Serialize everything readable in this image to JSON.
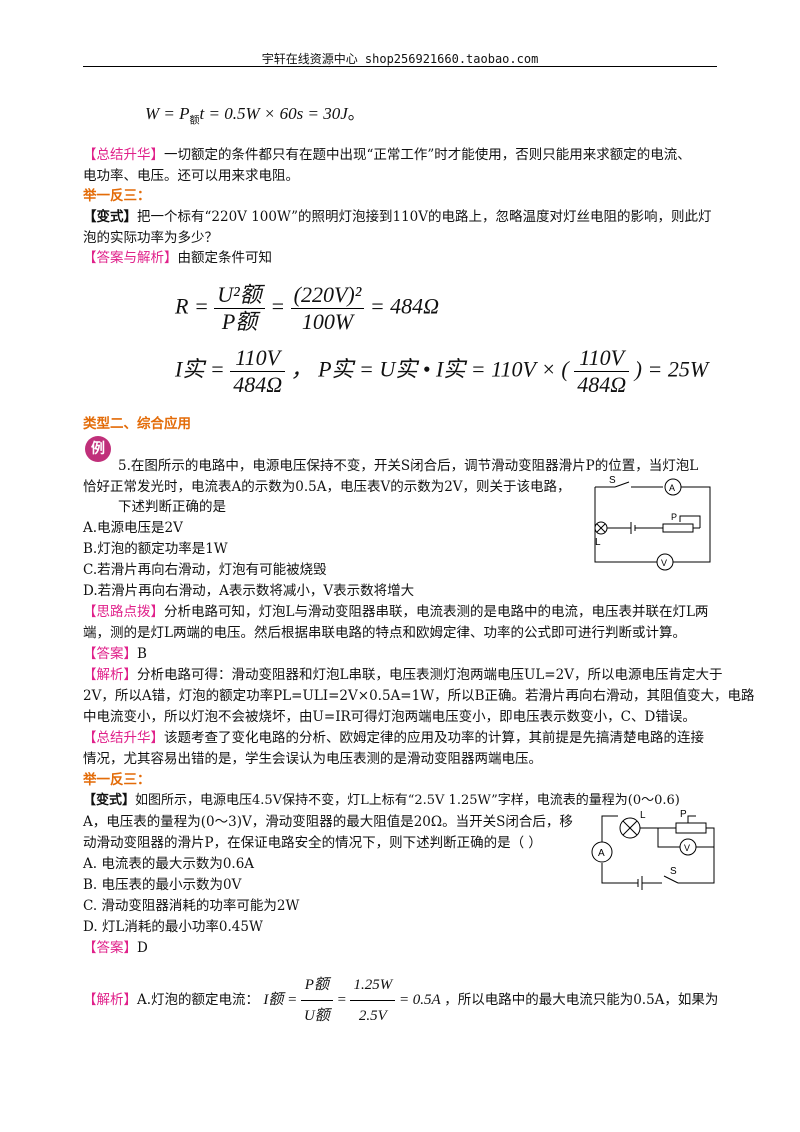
{
  "header": "宇轩在线资源中心   shop256921660.taobao.com",
  "eq_w": {
    "left": "W = P",
    "sub": "额",
    "right": "t = 0.5W × 60s = 30J",
    "end": "。"
  },
  "summary1": {
    "tag": "【总结升华】",
    "text1": "一切额定的条件都只有在题中出现“正常工作”时才能使用，否则只能用来求额定的电流、",
    "text2": "电功率、电压。还可以用来求电阻。"
  },
  "jyfs1": "举一反三：",
  "variant1": {
    "tag": "【变式】",
    "text1": "把一个标有“220V 100W”的照明灯泡接到110V的电路上，忽略温度对灯丝电阻的影响，则此灯",
    "text2": "泡的实际功率为多少？"
  },
  "answer1": {
    "tag": "【答案与解析】",
    "text": "由额定条件可知"
  },
  "eq_r": {
    "lhs": "R =",
    "num": "U²额",
    "den": "P额",
    "eq": "=",
    "num2": "(220V)²",
    "den2": "100W",
    "rhs": "= 484Ω"
  },
  "eq_i": {
    "lhs": "I实 =",
    "num": "110V",
    "den": "484Ω",
    "mid": "，  P实 = U实 • I实 = 110V × (",
    "num2": "110V",
    "den2": "484Ω",
    "rhs": ") = 25W"
  },
  "type2": "类型二、综合应用",
  "badge": "例",
  "q5": {
    "l1": "5.在图所示的电路中，电源电压保持不变，开关S闭合后，调节滑动变阻器滑片P的位置，当灯泡L",
    "l2": "恰好正常发光时，电流表A的示数为0.5A，电压表V的示数为2V，则关于该电路，",
    "l3": "下述判断正确的是",
    "a": "A.电源电压是2V",
    "b": "B.灯泡的额定功率是1W",
    "c": "C.若滑片再向右滑动，灯泡有可能被烧毁",
    "d": "D.若滑片再向右滑动，A表示数将减小，V表示数将增大"
  },
  "thinking": {
    "tag": "【思路点拨】",
    "text1": "分析电路可知，灯泡L与滑动变阻器串联，电流表测的是电路中的电流，电压表并联在灯L两",
    "text2": "端，测的是灯L两端的电压。然后根据串联电路的特点和欧姆定律、功率的公式即可进行判断或计算。"
  },
  "ans5": {
    "tag": "【答案】",
    "text": "B"
  },
  "analysis5": {
    "tag": "【解析】",
    "text1": "分析电路可得：滑动变阻器和灯泡L串联，电压表测灯泡两端电压UL=2V，所以电源电压肯定大于",
    "text2": "2V，所以A错，灯泡的额定功率PL=ULI=2V×0.5A=1W，所以B正确。若滑片再向右滑动，其阻值变大，电路",
    "text3": "中电流变小，所以灯泡不会被烧坏，由U=IR可得灯泡两端电压变小，即电压表示数变小，C、D错误。"
  },
  "summary2": {
    "tag": "【总结升华】",
    "text1": "该题考查了变化电路的分析、欧姆定律的应用及功率的计算，其前提是先搞清楚电路的连接",
    "text2": "情况，尤其容易出错的是，学生会误认为电压表测的是滑动变阻器两端电压。"
  },
  "jyfs2": "举一反三：",
  "variant2": {
    "tag": "【变式】",
    "text1": "如图所示，电源电压4.5V保持不变，灯L上标有“2.5V 1.25W”字样，电流表的量程为(0～0.6)",
    "text2": "A，电压表的量程为(0～3)V，滑动变阻器的最大阻值是20Ω。当开关S闭合后，移",
    "text3": "动滑动变阻器的滑片P，在保证电路安全的情况下，则下述判断正确的是（      ）",
    "a": "A. 电流表的最大示数为0.6A",
    "b": "B. 电压表的最小示数为0V",
    "c": "C. 滑动变阻器消耗的功率可能为2W",
    "d": "D. 灯L消耗的最小功率0.45W"
  },
  "ans6": {
    "tag": "【答案】",
    "text": "D"
  },
  "analysis6": {
    "tag": "【解析】",
    "pre": "A.灯泡的额定电流：",
    "lhs": "I额 =",
    "num": "P额",
    "den": "U额",
    "eq": "=",
    "num2": "1.25W",
    "den2": "2.5V",
    "rhs": "= 0.5A",
    "post": "，所以电路中的最大电流只能为0.5A，如果为"
  },
  "fig1_labels": {
    "s": "S",
    "a": "A",
    "l": "L",
    "p": "P",
    "v": "V"
  },
  "fig2_labels": {
    "l": "L",
    "p": "P",
    "a": "A",
    "v": "V",
    "s": "S"
  }
}
